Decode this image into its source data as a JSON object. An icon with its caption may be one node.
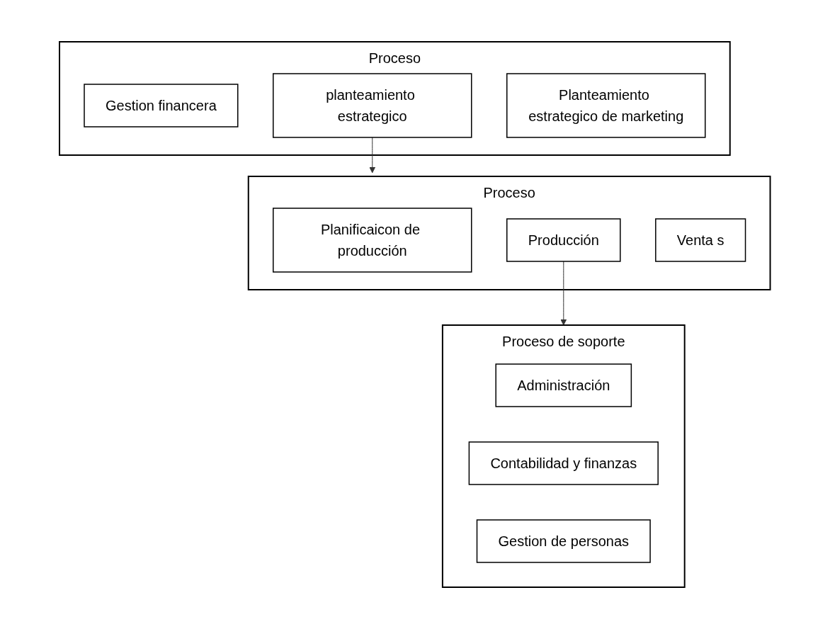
{
  "diagram": {
    "nodes": [
      {
        "text": [
          "Proceso"
        ]
      },
      {
        "text": [
          "Gestion financera"
        ],
        "in": 0
      },
      {
        "text": [
          "planteamiento estrategico"
        ],
        "in": 0
      },
      {
        "text": [
          "Planteamiento estrategico de marketing"
        ],
        "in": 0
      },
      {
        "text": [
          "Proceso"
        ]
      },
      {
        "text": [
          "Planificaicon de producción"
        ],
        "in": 4
      },
      {
        "text": [
          "Producción"
        ],
        "in": 4
      },
      {
        "text": [
          "Venta s"
        ],
        "in": 4
      },
      {
        "text": [
          "Proceso de soporte"
        ]
      },
      {
        "text": [
          "Administración"
        ],
        "in": 8
      },
      {
        "text": [
          "Contabilidad y finanzas"
        ],
        "in": 8
      },
      {
        "text": [
          "Gestion de personas"
        ],
        "in": 8
      }
    ],
    "edges": [
      {
        "from": 2,
        "to": 4,
        "arrow": "to"
      },
      {
        "from": 6,
        "to": 8,
        "arrow": "to"
      }
    ]
  }
}
